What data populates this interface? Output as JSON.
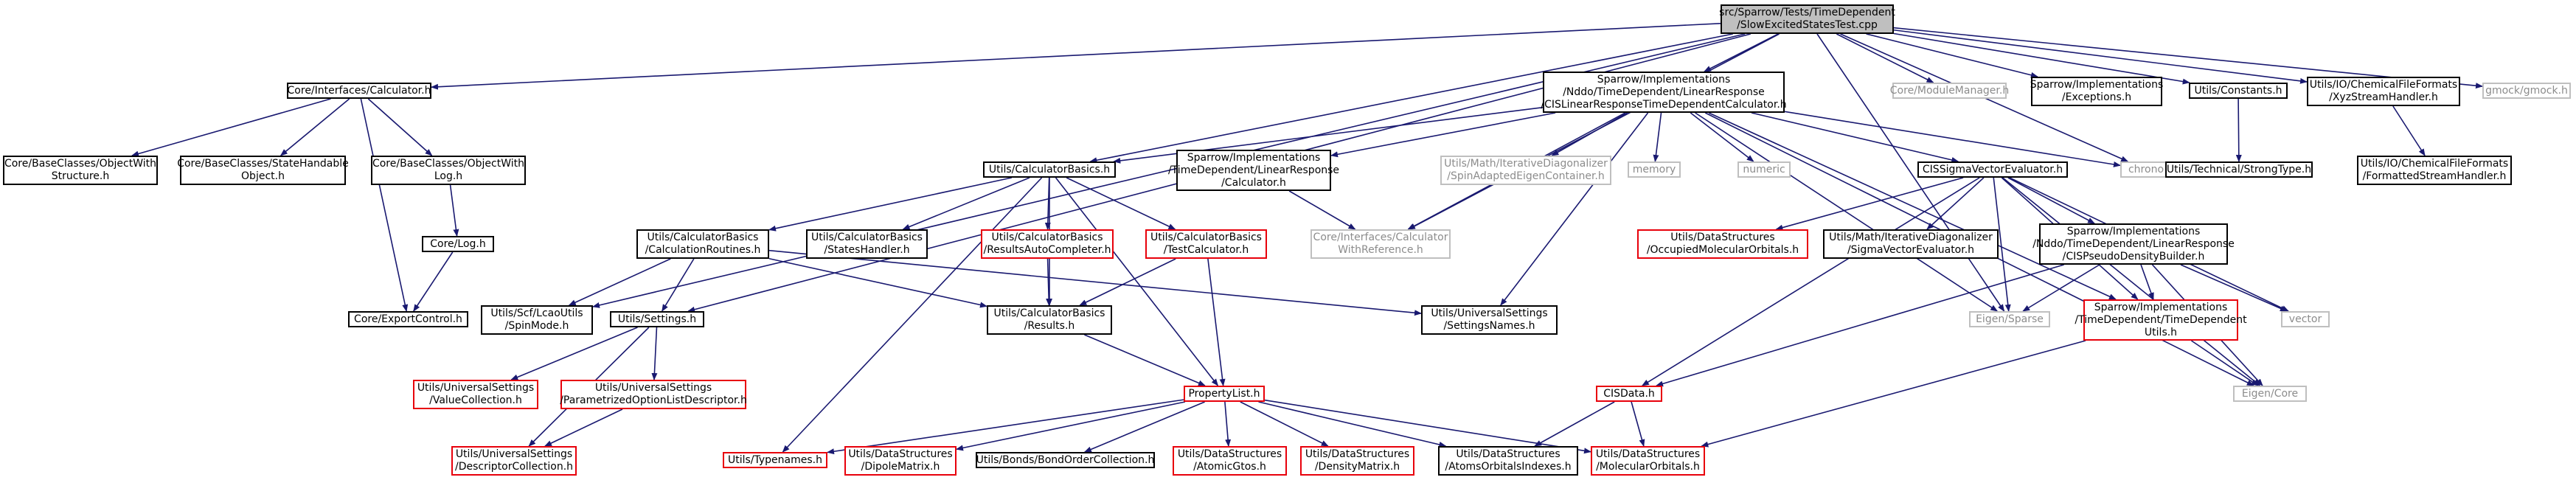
{
  "colors": {
    "edge": "#191970",
    "normal_border": "#000000",
    "gray_border": "#bfbfbf",
    "red_border": "#e8000b",
    "root_fill": "#bfbfbf"
  },
  "nodes": {
    "root": {
      "label": "src/Sparrow/Tests/TimeDependent\n/SlowExcitedStatesTest.cpp"
    },
    "calculator": {
      "label": "Core/Interfaces/Calculator.h"
    },
    "cislr": {
      "label": "Sparrow/Implementations\n/Nddo/TimeDependent/LinearResponse\n/CISLinearResponseTimeDependentCalculator.h"
    },
    "modulemanager": {
      "label": "Core/ModuleManager.h"
    },
    "exceptions": {
      "label": "Sparrow/Implementations\n/Exceptions.h"
    },
    "constants": {
      "label": "Utils/Constants.h"
    },
    "xyzstream": {
      "label": "Utils/IO/ChemicalFileFormats\n/XyzStreamHandler.h"
    },
    "gmock": {
      "label": "gmock/gmock.h"
    },
    "objwithstruct": {
      "label": "Core/BaseClasses/ObjectWith\nStructure.h"
    },
    "statehandable": {
      "label": "Core/BaseClasses/StateHandable\nObject.h"
    },
    "objwithlog": {
      "label": "Core/BaseClasses/ObjectWith\nLog.h"
    },
    "calcbasics": {
      "label": "Utils/CalculatorBasics.h"
    },
    "lrcalc": {
      "label": "Sparrow/Implementations\n/TimeDependent/LinearResponse\n/Calculator.h"
    },
    "spinadapted": {
      "label": "Utils/Math/IterativeDiagonalizer\n/SpinAdaptedEigenContainer.h"
    },
    "memory": {
      "label": "memory"
    },
    "numeric": {
      "label": "numeric"
    },
    "cissigma": {
      "label": "CISSigmaVectorEvaluator.h"
    },
    "chrono": {
      "label": "chrono"
    },
    "strongtype": {
      "label": "Utils/Technical/StrongType.h"
    },
    "formattedstream": {
      "label": "Utils/IO/ChemicalFileFormats\n/FormattedStreamHandler.h"
    },
    "log": {
      "label": "Core/Log.h"
    },
    "exportcontrol": {
      "label": "Core/ExportControl.h"
    },
    "calcroutines": {
      "label": "Utils/CalculatorBasics\n/CalculationRoutines.h"
    },
    "stateshandler": {
      "label": "Utils/CalculatorBasics\n/StatesHandler.h"
    },
    "resultsauto": {
      "label": "Utils/CalculatorBasics\n/ResultsAutoCompleter.h"
    },
    "testcalc": {
      "label": "Utils/CalculatorBasics\n/TestCalculator.h"
    },
    "calcwithref": {
      "label": "Core/Interfaces/Calculator\nWithReference.h"
    },
    "occupiedmo": {
      "label": "Utils/DataStructures\n/OccupiedMolecularOrbitals.h"
    },
    "sigmaeval": {
      "label": "Utils/Math/IterativeDiagonalizer\n/SigmaVectorEvaluator.h"
    },
    "cispseudo": {
      "label": "Sparrow/Implementations\n/Nddo/TimeDependent/LinearResponse\n/CISPseudoDensityBuilder.h"
    },
    "spinmode": {
      "label": "Utils/Scf/LcaoUtils\n/SpinMode.h"
    },
    "settings": {
      "label": "Utils/Settings.h"
    },
    "results": {
      "label": "Utils/CalculatorBasics\n/Results.h"
    },
    "settingsnames": {
      "label": "Utils/UniversalSettings\n/SettingsNames.h"
    },
    "eigensparse": {
      "label": "Eigen/Sparse"
    },
    "tdutils": {
      "label": "Sparrow/Implementations\n/TimeDependent/TimeDependent\nUtils.h"
    },
    "vector": {
      "label": "vector"
    },
    "valuecollection": {
      "label": "Utils/UniversalSettings\n/ValueCollection.h"
    },
    "paramoption": {
      "label": "Utils/UniversalSettings\n/ParametrizedOptionListDescriptor.h"
    },
    "propertylist": {
      "label": "PropertyList.h"
    },
    "cisdata": {
      "label": "CISData.h"
    },
    "eigencore": {
      "label": "Eigen/Core"
    },
    "descriptorcoll": {
      "label": "Utils/UniversalSettings\n/DescriptorCollection.h"
    },
    "typenames": {
      "label": "Utils/Typenames.h"
    },
    "dipolematrix": {
      "label": "Utils/DataStructures\n/DipoleMatrix.h"
    },
    "bondorder": {
      "label": "Utils/Bonds/BondOrderCollection.h"
    },
    "atomicgtos": {
      "label": "Utils/DataStructures\n/AtomicGtos.h"
    },
    "densitymatrix": {
      "label": "Utils/DataStructures\n/DensityMatrix.h"
    },
    "atomsorbitals": {
      "label": "Utils/DataStructures\n/AtomsOrbitalsIndexes.h"
    },
    "molecularorbitals": {
      "label": "Utils/DataStructures\n/MolecularOrbitals.h"
    }
  },
  "edges": [
    [
      "root",
      "calculator"
    ],
    [
      "root",
      "cislr"
    ],
    [
      "root",
      "modulemanager"
    ],
    [
      "root",
      "exceptions"
    ],
    [
      "root",
      "constants"
    ],
    [
      "root",
      "xyzstream"
    ],
    [
      "root",
      "gmock"
    ],
    [
      "root",
      "calcbasics"
    ],
    [
      "root",
      "settings"
    ],
    [
      "root",
      "spinmode"
    ],
    [
      "root",
      "chrono"
    ],
    [
      "root",
      "eigensparse"
    ],
    [
      "root",
      "calcwithref"
    ],
    [
      "calculator",
      "objwithstruct"
    ],
    [
      "calculator",
      "statehandable"
    ],
    [
      "calculator",
      "objwithlog"
    ],
    [
      "calculator",
      "exportcontrol"
    ],
    [
      "objwithlog",
      "log"
    ],
    [
      "log",
      "exportcontrol"
    ],
    [
      "cislr",
      "calcbasics"
    ],
    [
      "cislr",
      "lrcalc"
    ],
    [
      "cislr",
      "spinadapted"
    ],
    [
      "cislr",
      "memory"
    ],
    [
      "cislr",
      "numeric"
    ],
    [
      "cislr",
      "cissigma"
    ],
    [
      "cislr",
      "chrono"
    ],
    [
      "cislr",
      "calcwithref"
    ],
    [
      "cislr",
      "settingsnames"
    ],
    [
      "cislr",
      "tdutils"
    ],
    [
      "cislr",
      "eigensparse"
    ],
    [
      "cislr",
      "eigencore"
    ],
    [
      "constants",
      "strongtype"
    ],
    [
      "xyzstream",
      "formattedstream"
    ],
    [
      "calcbasics",
      "calcroutines"
    ],
    [
      "calcbasics",
      "stateshandler"
    ],
    [
      "calcbasics",
      "resultsauto"
    ],
    [
      "calcbasics",
      "testcalc"
    ],
    [
      "calcbasics",
      "results"
    ],
    [
      "calcbasics",
      "propertylist"
    ],
    [
      "calcbasics",
      "typenames"
    ],
    [
      "lrcalc",
      "calcwithref"
    ],
    [
      "cissigma",
      "occupiedmo"
    ],
    [
      "cissigma",
      "sigmaeval"
    ],
    [
      "cissigma",
      "cispseudo"
    ],
    [
      "cissigma",
      "cisdata"
    ],
    [
      "cissigma",
      "eigensparse"
    ],
    [
      "cissigma",
      "vector"
    ],
    [
      "cissigma",
      "eigencore"
    ],
    [
      "cissigma",
      "tdutils"
    ],
    [
      "calcroutines",
      "spinmode"
    ],
    [
      "calcroutines",
      "settings"
    ],
    [
      "calcroutines",
      "results"
    ],
    [
      "calcroutines",
      "settingsnames"
    ],
    [
      "resultsauto",
      "results"
    ],
    [
      "testcalc",
      "results"
    ],
    [
      "testcalc",
      "propertylist"
    ],
    [
      "cispseudo",
      "tdutils"
    ],
    [
      "cispseudo",
      "cisdata"
    ],
    [
      "cispseudo",
      "eigensparse"
    ],
    [
      "cispseudo",
      "vector"
    ],
    [
      "cispseudo",
      "eigencore"
    ],
    [
      "settings",
      "valuecollection"
    ],
    [
      "settings",
      "paramoption"
    ],
    [
      "settings",
      "descriptorcoll"
    ],
    [
      "paramoption",
      "descriptorcoll"
    ],
    [
      "results",
      "propertylist"
    ],
    [
      "tdutils",
      "eigencore"
    ],
    [
      "tdutils",
      "molecularorbitals"
    ],
    [
      "propertylist",
      "typenames"
    ],
    [
      "propertylist",
      "dipolematrix"
    ],
    [
      "propertylist",
      "bondorder"
    ],
    [
      "propertylist",
      "atomicgtos"
    ],
    [
      "propertylist",
      "densitymatrix"
    ],
    [
      "propertylist",
      "atomsorbitals"
    ],
    [
      "propertylist",
      "molecularorbitals"
    ],
    [
      "cisdata",
      "atomsorbitals"
    ],
    [
      "cisdata",
      "molecularorbitals"
    ]
  ]
}
